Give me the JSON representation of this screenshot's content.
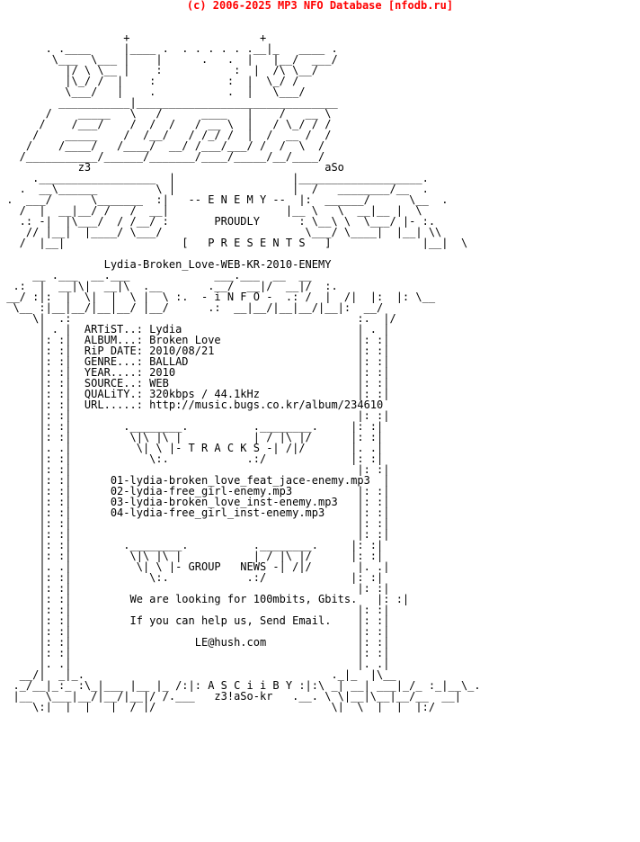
{
  "header": {
    "text": "(c) 2006-2025 MP3 NFO Database [nfodb.ru]"
  },
  "nfo": {
    "lines": [
      "",
      "                   +                    +",
      "       . .____     |____ .  . . . . . .__|_   ____ .",
      "        \\___  \\___ |    |      .   .  |   |__/  ___/",
      "          |/ \\ \\__ |    :           :  |  /\\ \\__/",
      "          |\\_/ /  |    :           :  |  \\_/ /",
      "          \\___/   |    .           .  |   \\___/",
      "         ___________|_______________________________",
      "       /    _____   \\   /      ____   |    /   __ \\",
      "      /    /___/    /  /  /   / __ \\  |   / \\_/ / /",
      "     /    _____    /  /__/   / /_/ /  |  /  __ /  /",
      "    /    /____/   /____/  __/ /___/___/ /  /  \\  /",
      "   /___________/______/_______/____/_____/__/____/",
      "            z3                                    aSo",
      "     .__________________  |                  |___________________.",
      "   .  __\\______         \\ |                  |  /   ________/__  .",
      " .  ___/      \\_______  :|   -- E N E M Y --  |:  ______/      \\__  .",
      "   /  |  __|__/ /   /  __|                  |__ \\   \\  __|__ |  \\",
      "   .: -|  |\\___/  / /__/ :       PROUDLY      : \\__\\ \\  \\___/ |- :.",
      "    // |__|  |____/ \\___/                      \\___/ \\____|  |__| \\\\",
      "   /  |__|                  [   P R E S E N T S   ]              |__|  \\",
      "",
      "                Lydia-Broken_Love-WEB-KR-2010-ENEMY",
      "     __ .___  __.___             ___.___  __  __",
      "  .:  |  __|\\|  __|\\  .__       .__/  __|/  __|/  :.",
      " __/ :|:  |  \\|  |  \\ |  \\ :.  - i N F O -  .: /  |  /|  |:  |: \\__",
      "  \\__ :|__|__/|__|__/ |__/      .:  __|__/|__|__/|__|:  __/",
      "     \\|  .:                                            :.  |/",
      "      | . |  ARTiST..: Lydia                           | . |",
      "      |: :|  ALBUM...: Broken Love                     |: :|",
      "      |: :|  RiP DATE: 2010/08/21                      |: :|",
      "      |: :|  GENRE...: BALLAD                          |: :|",
      "      |: :|  YEAR....: 2010                            |: :|",
      "      |: :|  SOURCE..: WEB                             |: :|",
      "      |: :|  QUALiTY.: 320kbps / 44.1kHz               |: :|",
      "      |: :|  URL.....: http://music.bugs.co.kr/album/234610",
      "      |: :|                                            |: :|",
      "      |: :|        .________.          .________.     |: :|",
      "      |: :|         \\|\\ |\\ |           | / |\\ |/      |: :|",
      "      |. .|          \\| \\ |- T R A C K S -| /|/       |. .|",
      "      |: :|            \\:.            .:/             |: :|",
      "      |: :|                                            |: :|",
      "      |: :|      01-lydia-broken_love_feat_jace-enemy.mp3  |",
      "      |: :|      02-lydia-free_girl-enemy.mp3          |: :|",
      "      |: :|      03-lydia-broken_love_inst-enemy.mp3   |: :|",
      "      |: :|      04-lydia-free_girl_inst-enemy.mp3     |: :|",
      "      |: :|                                            |: :|",
      "      |: :|                                            |: :|",
      "      |: :|        .________.          .________.     |: :|",
      "      |: :|         \\|\\ |\\ |           | / |\\ |/      |: :|",
      "      |. .|          \\| \\ |- GROUP   NEWS -| /|/       |. .|",
      "      |: :|            \\:.            .:/             |: :|",
      "      |: :|                                            |: :|",
      "      |: :|         We are looking for 100mbits, Gbits.   |: :|",
      "      |: :|                                            |: :|",
      "      |: :|         If you can help us, Send Email.    |: :|",
      "      |: :|                                            |: :|",
      "      |: :|                   LE@hush.com              |: :|",
      "      |: :|                                            |: :|",
      "      |. .|                                            |. .|",
      "   __/|  _|_.                                      ._|_  |\\__",
      "  ._/__|_:_ :\\_|___ |__ |_ /:|: A S C i i B Y :|:\\ _| __| ___|_/_ :_|__\\_.",
      "  |__  \\___|__/|__/|__|/ /.___   z3!aSo-kr   .__. \\ \\|__|\\__|__/__  __|",
      "     \\:|__|  |___|__/ |/                           \\|  \\__|  |__|:/"
    ]
  }
}
